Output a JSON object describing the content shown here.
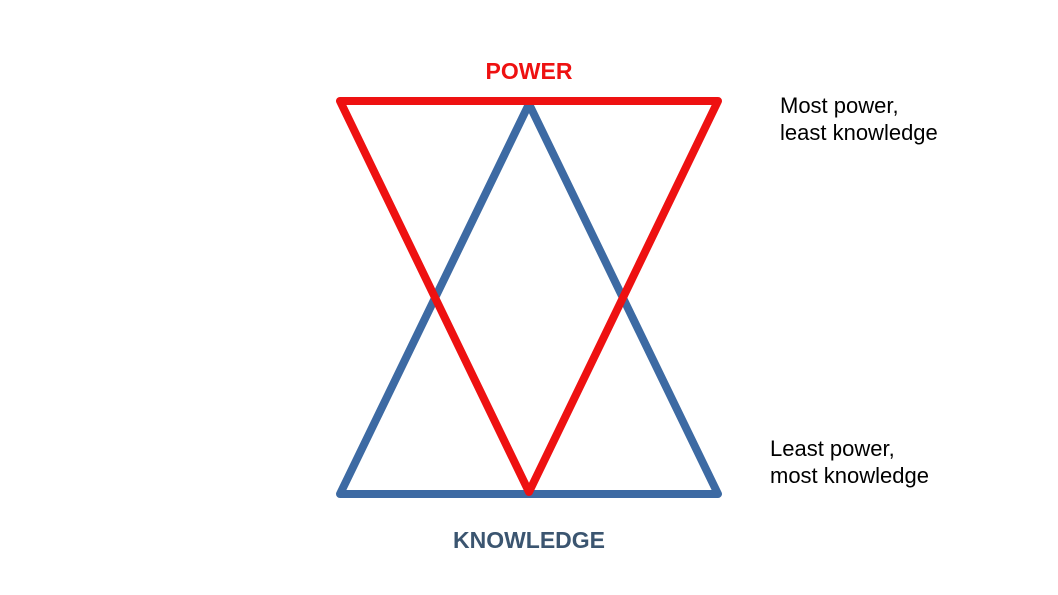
{
  "power": {
    "label": "POWER",
    "color": "#ee1111"
  },
  "knowledge": {
    "label": "KNOWLEDGE",
    "color": "#3d6aa3",
    "label_color": "#3b5570"
  },
  "annotations": {
    "top": {
      "line1": "Most power,",
      "line2": "least knowledge"
    },
    "bottom": {
      "line1": "Least power,",
      "line2": "most knowledge"
    }
  }
}
